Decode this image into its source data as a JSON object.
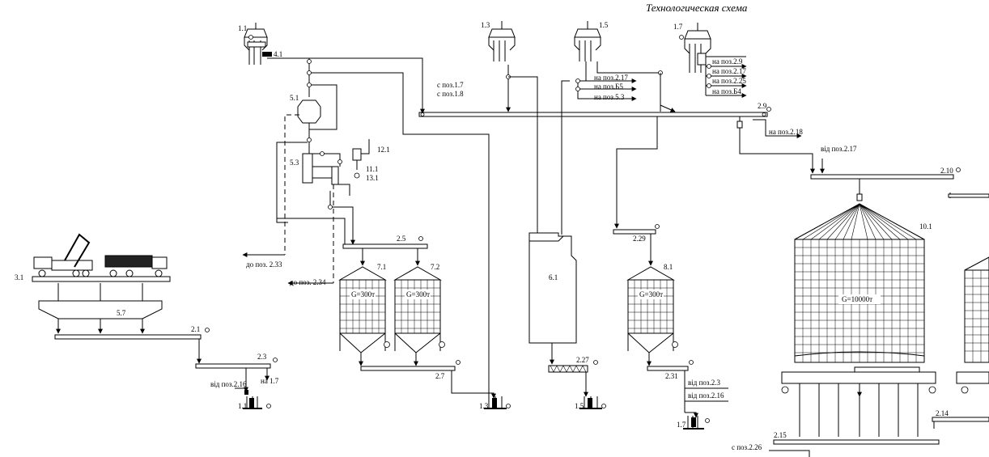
{
  "title": "Технологическая схема",
  "labels": {
    "l_1_1": "1.1",
    "l_4_1": "4.1",
    "l_1_3": "1.3",
    "l_1_5": "1.5",
    "l_1_7": "1.7",
    "l_5_1": "5.1",
    "l_5_3": "5.3",
    "l_12_1": "12.1",
    "l_11_1": "11.1",
    "l_13_1": "13.1",
    "l_2_5": "2.5",
    "l_7_1": "7.1",
    "l_7_2": "7.2",
    "l_2_7": "2.7",
    "l_3_1": "3.1",
    "l_5_7": "5.7",
    "l_2_1": "2.1",
    "l_2_3": "2.3",
    "l_1_1b": "1.1",
    "l_1_3b": "1.3",
    "l_6_1": "6.1",
    "l_2_27": "2.27",
    "l_1_5b": "1.5",
    "l_2_29": "2.29",
    "l_8_1": "8.1",
    "l_2_31": "2.31",
    "l_1_7b": "1.7",
    "l_2_9": "2.9",
    "l_2_10": "2.10",
    "l_10_1": "10.1",
    "l_2_14": "2.14",
    "l_2_15": "2.15"
  },
  "notes": {
    "s_1_7": "с поз.1.7",
    "s_1_8": "с поз.1.8",
    "n_2_17a": "на поз.2.17",
    "n_b5": "на поз.Б5",
    "n_5_3": "на поз.5.3",
    "n_2_9": "на поз.2.9",
    "n_2_17b": "на поз.2.17",
    "n_2_25": "на поз.2.25",
    "n_b4": "на поз.Б4",
    "n_2_18": "на поз.2.18",
    "v_2_17": "від поз.2.17",
    "d_2_33": "до поз. 2.33",
    "d_2_34": "до поз. 2.34",
    "v_2_16a": "від поз.2.16",
    "n_1_7": "на 1.7",
    "v_2_3": "від поз.2.3",
    "v_2_16b": "від поз.2.16",
    "s_2_26": "с поз.2.26"
  },
  "capacities": {
    "g_7_1": "G=300т",
    "g_7_2": "G=300т",
    "g_8_1": "G=300т",
    "g_10_1": "G=10000т"
  }
}
